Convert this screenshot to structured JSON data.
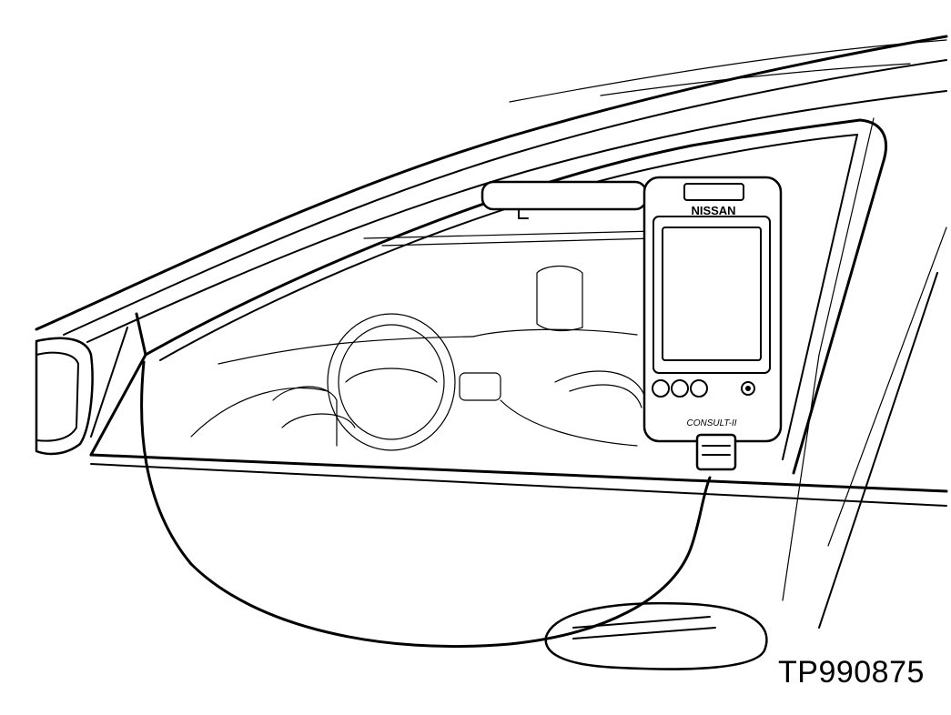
{
  "figure": {
    "reference_code": "TP990875"
  },
  "device": {
    "brand_label": "NISSAN",
    "model_label": "CONSULT-II"
  }
}
